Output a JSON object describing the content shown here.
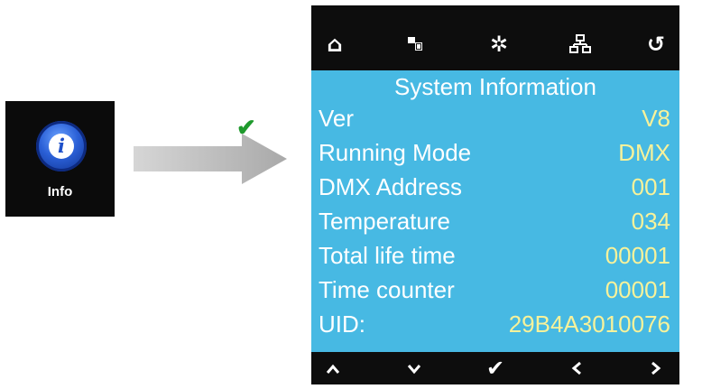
{
  "info_app": {
    "label": "Info",
    "icon": "info-icon"
  },
  "transition": {
    "arrow_icon": "right-arrow-icon",
    "check_icon": "checkmark-icon",
    "check_color": "#1f9a2d"
  },
  "top_bar": {
    "icons": [
      "home-icon",
      "layers-icon",
      "fan-icon",
      "network-icon",
      "back-icon"
    ]
  },
  "panel": {
    "title": "System Information",
    "background": "#47b9e3",
    "value_color": "#f8f29a",
    "rows": [
      {
        "label": "Ver",
        "value": "V8"
      },
      {
        "label": "Running Mode",
        "value": "DMX"
      },
      {
        "label": "DMX Address",
        "value": "001"
      },
      {
        "label": "Temperature",
        "value": "034"
      },
      {
        "label": "Total life time",
        "value": "00001"
      },
      {
        "label": "Time counter",
        "value": "00001"
      },
      {
        "label": "UID:",
        "value": "29B4A3010076"
      }
    ]
  },
  "bottom_bar": {
    "icons": [
      "up-icon",
      "down-icon",
      "enter-icon",
      "left-icon",
      "right-icon"
    ]
  }
}
